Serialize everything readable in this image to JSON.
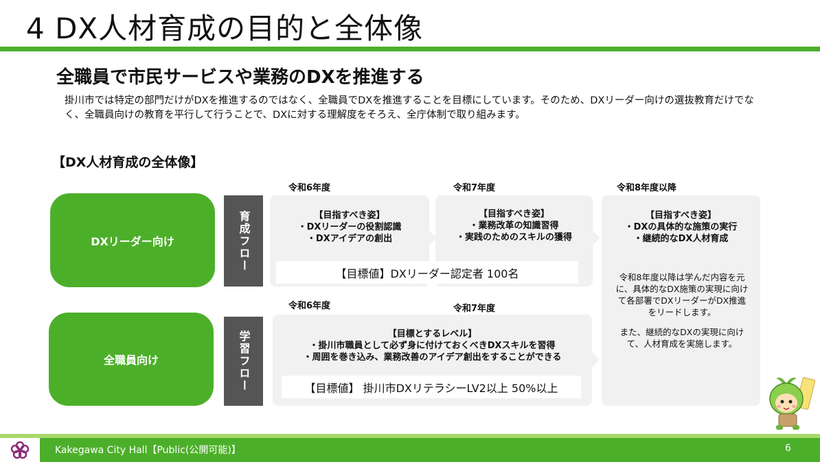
{
  "slide": {
    "title": "4 DX人材育成の目的と全体像",
    "heading": "全職員で市民サービスや業務のDXを推進する",
    "intro": "掛川市では特定の部門だけがDXを推進するのではなく、全職員でDXを推進することを目標にしています。そのため、DXリーダー向けの選抜教育だけでなく、全職員向けの教育を平行して行うことで、DXに対する理解度をそろえ、全庁体制で取り組みます。",
    "overview_title": "【DX人材育成の全体像】"
  },
  "leader": {
    "target": "DXリーダー向け",
    "flow": "育成フロー",
    "year1": "令和6年度",
    "year2": "令和7年度",
    "goal1_title": "【目指すべき姿】",
    "goal1_items": [
      "・DXリーダーの役割認識",
      "・DXアイデアの創出"
    ],
    "goal2_title": "【目指すべき姿】",
    "goal2_items": [
      "・業務改革の知識習得",
      "・実践のためのスキルの獲得"
    ],
    "target_value": "【目標値】DXリーダー認定者 100名"
  },
  "all_staff": {
    "target": "全職員向け",
    "flow": "学習フロー",
    "year1": "令和6年度",
    "year2": "令和7年度",
    "goal_title": "【目標とするレベル】",
    "goal_items": [
      "・掛川市職員として必ず身に付けておくべきDXスキルを習得",
      "・周囲を巻き込み、業務改善のアイデア創出をすることができる"
    ],
    "target_value": "【目標値】 掛川市DXリテラシーLV2以上 50%以上"
  },
  "future": {
    "year": "令和8年度以降",
    "goal_title": "【目指すべき姿】",
    "goal_items": [
      "・DXの具体的な施策の実行",
      "・継続的なDX人材育成"
    ],
    "note1": "令和8年度以降は学んだ内容を元に、具体的なDX施策の実現に向けて各部署でDXリーダーがDX推進をリードします。",
    "note2": "また、継続的なDXの実現に向けて、人材育成を実施します。"
  },
  "footer": {
    "text": "Kakegawa City Hall【Public(公開可能)】",
    "page": "6"
  },
  "colors": {
    "brand_green": "#4caf2a",
    "light_green": "#a8d86a",
    "flow_gray": "#555555",
    "panel_gray": "#f1f1f1"
  },
  "icons": {
    "logo": "kakegawa-flower-logo-icon",
    "mascot": "mascot-character-icon"
  }
}
